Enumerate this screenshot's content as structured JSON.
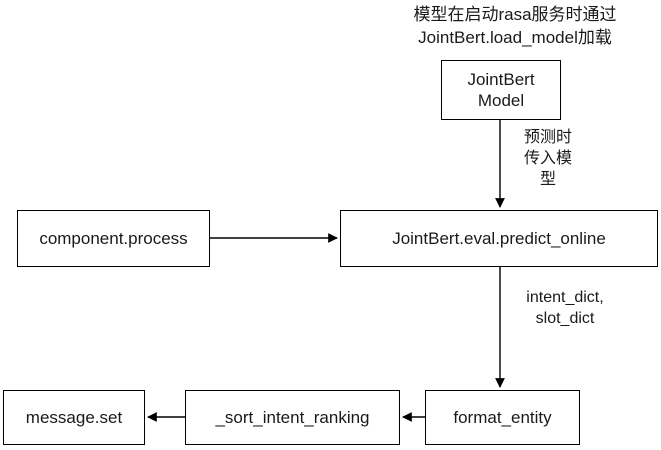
{
  "diagram": {
    "title_note": "模型在启动rasa服务时通过\nJointBert.load_model加载",
    "background_color": "#ffffff",
    "stroke_color": "#000000",
    "text_color": "#1a1a1a",
    "nodes": [
      {
        "id": "model",
        "label": "JointBert\nModel"
      },
      {
        "id": "component",
        "label": "component.process"
      },
      {
        "id": "predict",
        "label": "JointBert.eval.predict_online"
      },
      {
        "id": "format_entity",
        "label": "format_entity"
      },
      {
        "id": "sort_intent",
        "label": "_sort_intent_ranking"
      },
      {
        "id": "message_set",
        "label": "message.set"
      }
    ],
    "edges": [
      {
        "from": "model",
        "to": "predict",
        "label": "预测时\n传入模\n型",
        "direction": "down"
      },
      {
        "from": "component",
        "to": "predict",
        "label": "",
        "direction": "right"
      },
      {
        "from": "predict",
        "to": "format_entity",
        "label": "intent_dict,\nslot_dict",
        "direction": "down"
      },
      {
        "from": "format_entity",
        "to": "sort_intent",
        "label": "",
        "direction": "left"
      },
      {
        "from": "sort_intent",
        "to": "message_set",
        "label": "",
        "direction": "left"
      }
    ]
  }
}
